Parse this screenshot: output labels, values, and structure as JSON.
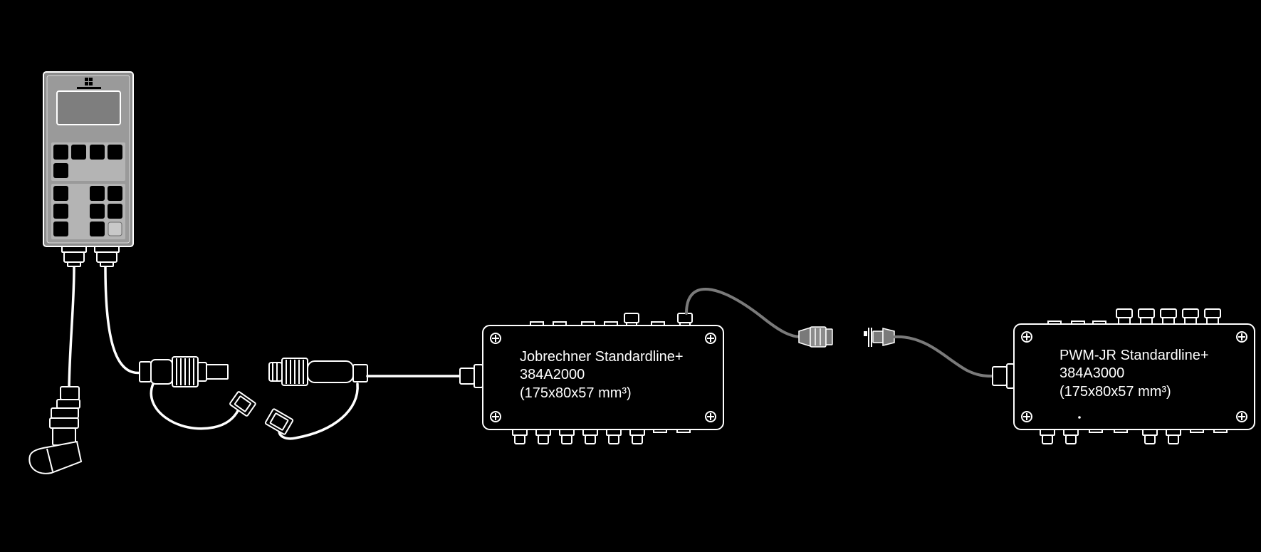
{
  "devices": {
    "jobrechner": {
      "name": "Jobrechner Standardline+",
      "part": "384A2000",
      "dims": "(175x80x57 mm³)"
    },
    "pwm_jr": {
      "name": "PWM-JR Standardline+",
      "part": "384A3000",
      "dims": "(175x80x57 mm³)"
    }
  },
  "colors": {
    "background": "#000000",
    "line": "#ffffff",
    "terminal_body": "#8c8c8c",
    "terminal_panel": "#b4b4b4",
    "grey_cable": "#7a7a7a"
  },
  "icons": [
    "terminal-icon",
    "plug-icon",
    "connector-icon",
    "screw-icon",
    "cable-gland-icon"
  ]
}
